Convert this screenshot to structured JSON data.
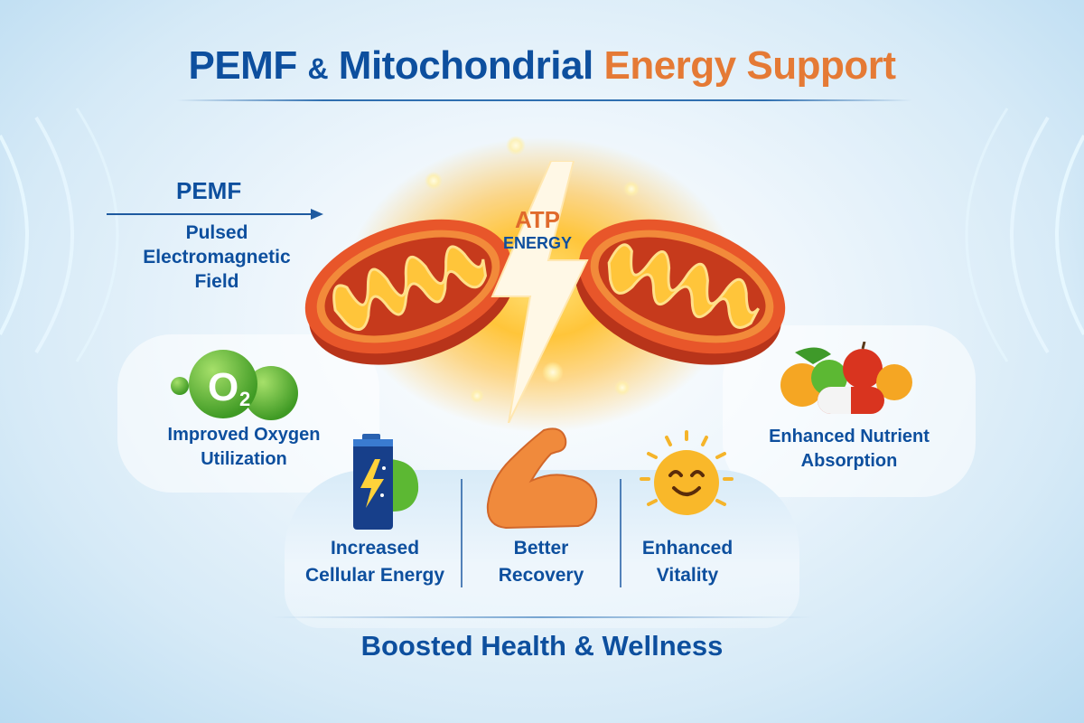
{
  "title": {
    "part1": "PEMF",
    "amp": "&",
    "part2": "Mitochondrial",
    "part3": "Energy Support"
  },
  "pemf": {
    "label": "PEMF",
    "description_line1": "Pulsed",
    "description_line2": "Electromagnetic",
    "description_line3": "Field",
    "icon": "arrow-right-icon"
  },
  "center": {
    "atp": "ATP",
    "energy": "ENERGY",
    "icons": [
      "mitochondrion-icon",
      "lightning-bolt-icon",
      "mitochondrion-icon"
    ]
  },
  "side_benefits": [
    {
      "icon": "oxygen-molecule-icon",
      "glyph": "O2",
      "line1": "Improved Oxygen",
      "line2": "Utilization"
    },
    {
      "icon": "fruit-capsule-icon",
      "line1": "Enhanced Nutrient",
      "line2": "Absorption"
    }
  ],
  "bottom_benefits": [
    {
      "icon": "battery-icon",
      "line1": "Increased",
      "line2": "Cellular Energy"
    },
    {
      "icon": "flexed-arm-icon",
      "line1": "Better",
      "line2": "Recovery"
    },
    {
      "icon": "smiling-sun-icon",
      "line1": "Enhanced",
      "line2": "Vitality"
    }
  ],
  "footer": "Boosted Health & Wellness",
  "colors": {
    "primary_blue": "#0d4f9e",
    "accent_orange": "#e57a35",
    "mito_red": "#d9471f",
    "mito_inner": "#ffc53a",
    "oxygen_green": "#5cb833",
    "background": "#d6eaf7"
  }
}
